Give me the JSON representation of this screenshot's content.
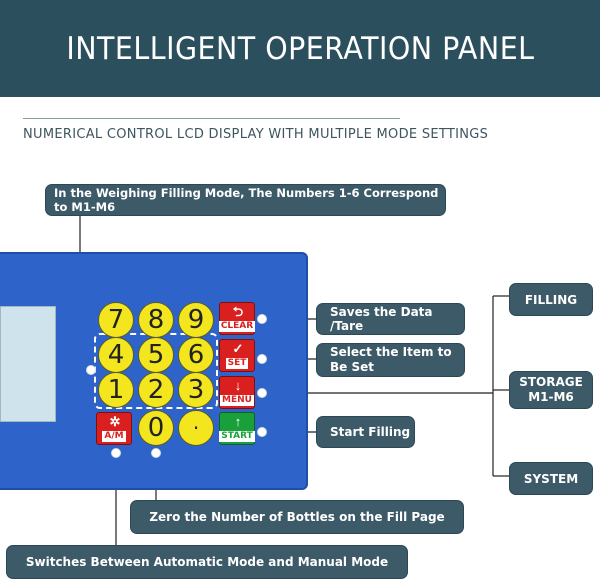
{
  "header": {
    "title": "INTELLIGENT OPERATION PANEL"
  },
  "subtitle": "NUMERICAL CONTROL LCD DISPLAY WITH MULTIPLE MODE SETTINGS",
  "callouts": {
    "weighing_mode": "In the Weighing Filling Mode, The Numbers 1-6 Correspond to M1-M6",
    "saves": "Saves the Data /Tare",
    "select_line1": "Select the Item to",
    "select_line2": "Be Set",
    "start_filling": "Start Filling",
    "zero": "Zero the Number of Bottles on the Fill Page",
    "switches": "Switches Between Automatic Mode and Manual Mode"
  },
  "menu_items": {
    "filling": "FILLING",
    "storage_line1": "STORAGE",
    "storage_line2": "M1-M6",
    "system": "SYSTEM"
  },
  "keys": {
    "row1": [
      "7",
      "8",
      "9"
    ],
    "row2": [
      "4",
      "5",
      "6"
    ],
    "row3": [
      "1",
      "2",
      "3"
    ],
    "zero": "0",
    "dot": "·",
    "am": "A/M",
    "clear": "CLEAR",
    "set": "SET",
    "menu": "MENU",
    "start": "START"
  },
  "icons": {
    "clear": "return-arrow-icon",
    "set": "check-circle-icon",
    "menu": "down-arrow-icon",
    "start": "up-arrow-icon",
    "am": "gear-icon"
  },
  "colors": {
    "header_bg": "#2c4f5e",
    "panel_blue": "#2e63c9",
    "key_yellow": "#f3e61e",
    "key_red": "#d9201f",
    "key_green": "#1aa03a",
    "pill_bg": "#3d5a68"
  }
}
